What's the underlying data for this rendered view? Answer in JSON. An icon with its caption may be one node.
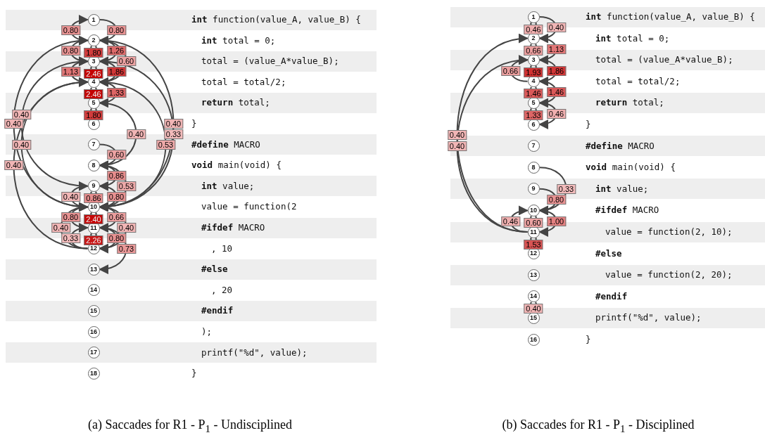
{
  "diagram": {
    "nodes": [
      {
        "text": [
          "1"
        ]
      },
      {
        "text": [
          "2"
        ]
      },
      {
        "text": [
          "3"
        ]
      },
      {
        "text": [
          "4"
        ]
      },
      {
        "text": [
          "5"
        ]
      },
      {
        "text": [
          "6"
        ]
      },
      {
        "text": [
          "7"
        ]
      },
      {
        "text": [
          "8"
        ]
      },
      {
        "text": [
          "9"
        ]
      },
      {
        "text": [
          "10"
        ]
      },
      {
        "text": [
          "11"
        ]
      },
      {
        "text": [
          "12"
        ]
      },
      {
        "text": [
          "13"
        ]
      },
      {
        "text": [
          "14"
        ]
      },
      {
        "text": [
          "15"
        ]
      },
      {
        "text": [
          "16"
        ]
      },
      {
        "text": [
          "17"
        ]
      },
      {
        "text": [
          "18"
        ]
      },
      {
        "text": [
          "1"
        ]
      },
      {
        "text": [
          "2"
        ]
      },
      {
        "text": [
          "3"
        ]
      },
      {
        "text": [
          "4"
        ]
      },
      {
        "text": [
          "5"
        ]
      },
      {
        "text": [
          "6"
        ]
      },
      {
        "text": [
          "7"
        ]
      },
      {
        "text": [
          "8"
        ]
      },
      {
        "text": [
          "9"
        ]
      },
      {
        "text": [
          "10"
        ]
      },
      {
        "text": [
          "11"
        ]
      },
      {
        "text": [
          "12"
        ]
      },
      {
        "text": [
          "13"
        ]
      },
      {
        "text": [
          "14"
        ]
      },
      {
        "text": [
          "15"
        ]
      },
      {
        "text": [
          "16"
        ]
      }
    ],
    "edges": [
      {
        "from": 0,
        "to": 1,
        "arrow": "to",
        "label": "0.80"
      },
      {
        "from": 1,
        "to": 0,
        "arrow": "to",
        "label": "0.80"
      },
      {
        "from": 1,
        "to": 1,
        "arrow": "none",
        "label": "1.80"
      },
      {
        "from": 1,
        "to": 2,
        "arrow": "to",
        "label": "1.26"
      },
      {
        "from": 1,
        "to": 3,
        "arrow": "to",
        "label": "0.60"
      },
      {
        "from": 1,
        "to": 9,
        "arrow": "to",
        "label": "0.40"
      },
      {
        "from": 2,
        "to": 1,
        "arrow": "to",
        "label": "0.80"
      },
      {
        "from": 2,
        "to": 2,
        "arrow": "none",
        "label": "2.46"
      },
      {
        "from": 2,
        "to": 3,
        "arrow": "to",
        "label": "1.86"
      },
      {
        "from": 2,
        "to": 9,
        "arrow": "to",
        "label": "0.33"
      },
      {
        "from": 3,
        "to": 2,
        "arrow": "to",
        "label": "1.13"
      },
      {
        "from": 3,
        "to": 3,
        "arrow": "none",
        "label": "2.46"
      },
      {
        "from": 3,
        "to": 4,
        "arrow": "to",
        "label": "1.33"
      },
      {
        "from": 3,
        "to": 9,
        "arrow": "to",
        "label": "0.53"
      },
      {
        "from": 9,
        "to": 1,
        "arrow": "to",
        "label": "0.40"
      },
      {
        "from": 4,
        "to": 4,
        "arrow": "none",
        "label": "1.80"
      },
      {
        "from": 8,
        "to": 2,
        "arrow": "to",
        "label": "0.40"
      },
      {
        "from": 9,
        "to": 3,
        "arrow": "to",
        "label": "0.40"
      },
      {
        "from": 4,
        "to": 7,
        "arrow": "to",
        "label": "0.40"
      },
      {
        "from": 11,
        "to": 3,
        "arrow": "to",
        "label": "0.40"
      },
      {
        "from": 6,
        "to": 7,
        "arrow": "to",
        "label": "0.60"
      },
      {
        "from": 7,
        "to": 8,
        "arrow": "to",
        "label": "0.86"
      },
      {
        "from": 7,
        "to": 9,
        "arrow": "to",
        "label": "0.53"
      },
      {
        "from": 9,
        "to": 8,
        "arrow": "to",
        "label": "0.40"
      },
      {
        "from": 8,
        "to": 8,
        "arrow": "none",
        "label": "0.86"
      },
      {
        "from": 8,
        "to": 9,
        "arrow": "to",
        "label": "0.80"
      },
      {
        "from": 10,
        "to": 9,
        "arrow": "to",
        "label": "0.80"
      },
      {
        "from": 9,
        "to": 9,
        "arrow": "none",
        "label": "2.40"
      },
      {
        "from": 9,
        "to": 10,
        "arrow": "to",
        "label": "0.66"
      },
      {
        "from": 11,
        "to": 9,
        "arrow": "to",
        "label": "0.40"
      },
      {
        "from": 9,
        "to": 11,
        "arrow": "to",
        "label": "0.40"
      },
      {
        "from": 11,
        "to": 10,
        "arrow": "to",
        "label": "0.33"
      },
      {
        "from": 10,
        "to": 10,
        "arrow": "none",
        "label": "2.26"
      },
      {
        "from": 10,
        "to": 11,
        "arrow": "to",
        "label": "0.80"
      },
      {
        "from": 10,
        "to": 12,
        "arrow": "to",
        "label": "0.73"
      },
      {
        "from": 18,
        "to": 18,
        "arrow": "none",
        "label": "0.46"
      },
      {
        "from": 18,
        "to": 19,
        "arrow": "to",
        "label": "0.40"
      },
      {
        "from": 19,
        "to": 19,
        "arrow": "none",
        "label": "0.66"
      },
      {
        "from": 19,
        "to": 20,
        "arrow": "to",
        "label": "1.13"
      },
      {
        "from": 21,
        "to": 20,
        "arrow": "to",
        "label": "0.66"
      },
      {
        "from": 20,
        "to": 20,
        "arrow": "none",
        "label": "1.93"
      },
      {
        "from": 20,
        "to": 21,
        "arrow": "to",
        "label": "1.86"
      },
      {
        "from": 21,
        "to": 21,
        "arrow": "none",
        "label": "1.46"
      },
      {
        "from": 21,
        "to": 22,
        "arrow": "to",
        "label": "1.46"
      },
      {
        "from": 28,
        "to": 19,
        "arrow": "to",
        "label": "0.40"
      },
      {
        "from": 22,
        "to": 22,
        "arrow": "none",
        "label": "1.33"
      },
      {
        "from": 22,
        "to": 23,
        "arrow": "to",
        "label": "0.46"
      },
      {
        "from": 28,
        "to": 20,
        "arrow": "to",
        "label": "0.40"
      },
      {
        "from": 25,
        "to": 27,
        "arrow": "to",
        "label": "0.33"
      },
      {
        "from": 26,
        "to": 27,
        "arrow": "to",
        "label": "0.80"
      },
      {
        "from": 28,
        "to": 27,
        "arrow": "to",
        "label": "0.46"
      },
      {
        "from": 27,
        "to": 27,
        "arrow": "none",
        "label": "0.60"
      },
      {
        "from": 27,
        "to": 28,
        "arrow": "to",
        "label": "1.00"
      },
      {
        "from": 28,
        "to": 28,
        "arrow": "none",
        "label": "1.53"
      },
      {
        "from": 31,
        "to": 31,
        "arrow": "none",
        "label": "0.40"
      }
    ],
    "labels": [
      "**int** function(value_A, value_B) {",
      "**int** total = 0;",
      "total = (value_A*value_B);",
      "total = total/2;",
      "**return** total;",
      "}",
      "**#define** MACRO",
      "**void** main(void) {",
      "**int** value;",
      "value = function(2",
      "**#ifdef** MACRO",
      ", 10",
      "**#else**",
      ", 20",
      "**#endif**",
      ");",
      "printf(\"%d\", value);",
      "}",
      "**int** function(value_A, value_B) {",
      "**int** total = 0;",
      "total = (value_A*value_B);",
      "total = total/2;",
      "**return** total;",
      "}",
      "**#define** MACRO",
      "**void** main(void) {",
      "**int** value;",
      "**#ifdef** MACRO",
      "value = function(2, 10);",
      "**#else**",
      "value = function(2, 20);",
      "**#endif**",
      "printf(\"%d\", value);",
      "}",
      "(a) Saccades for R1 - P$_{1}$ - Undisciplined",
      "(b) Saccades for R1 - P$_{1}$ - Disciplined"
    ]
  }
}
